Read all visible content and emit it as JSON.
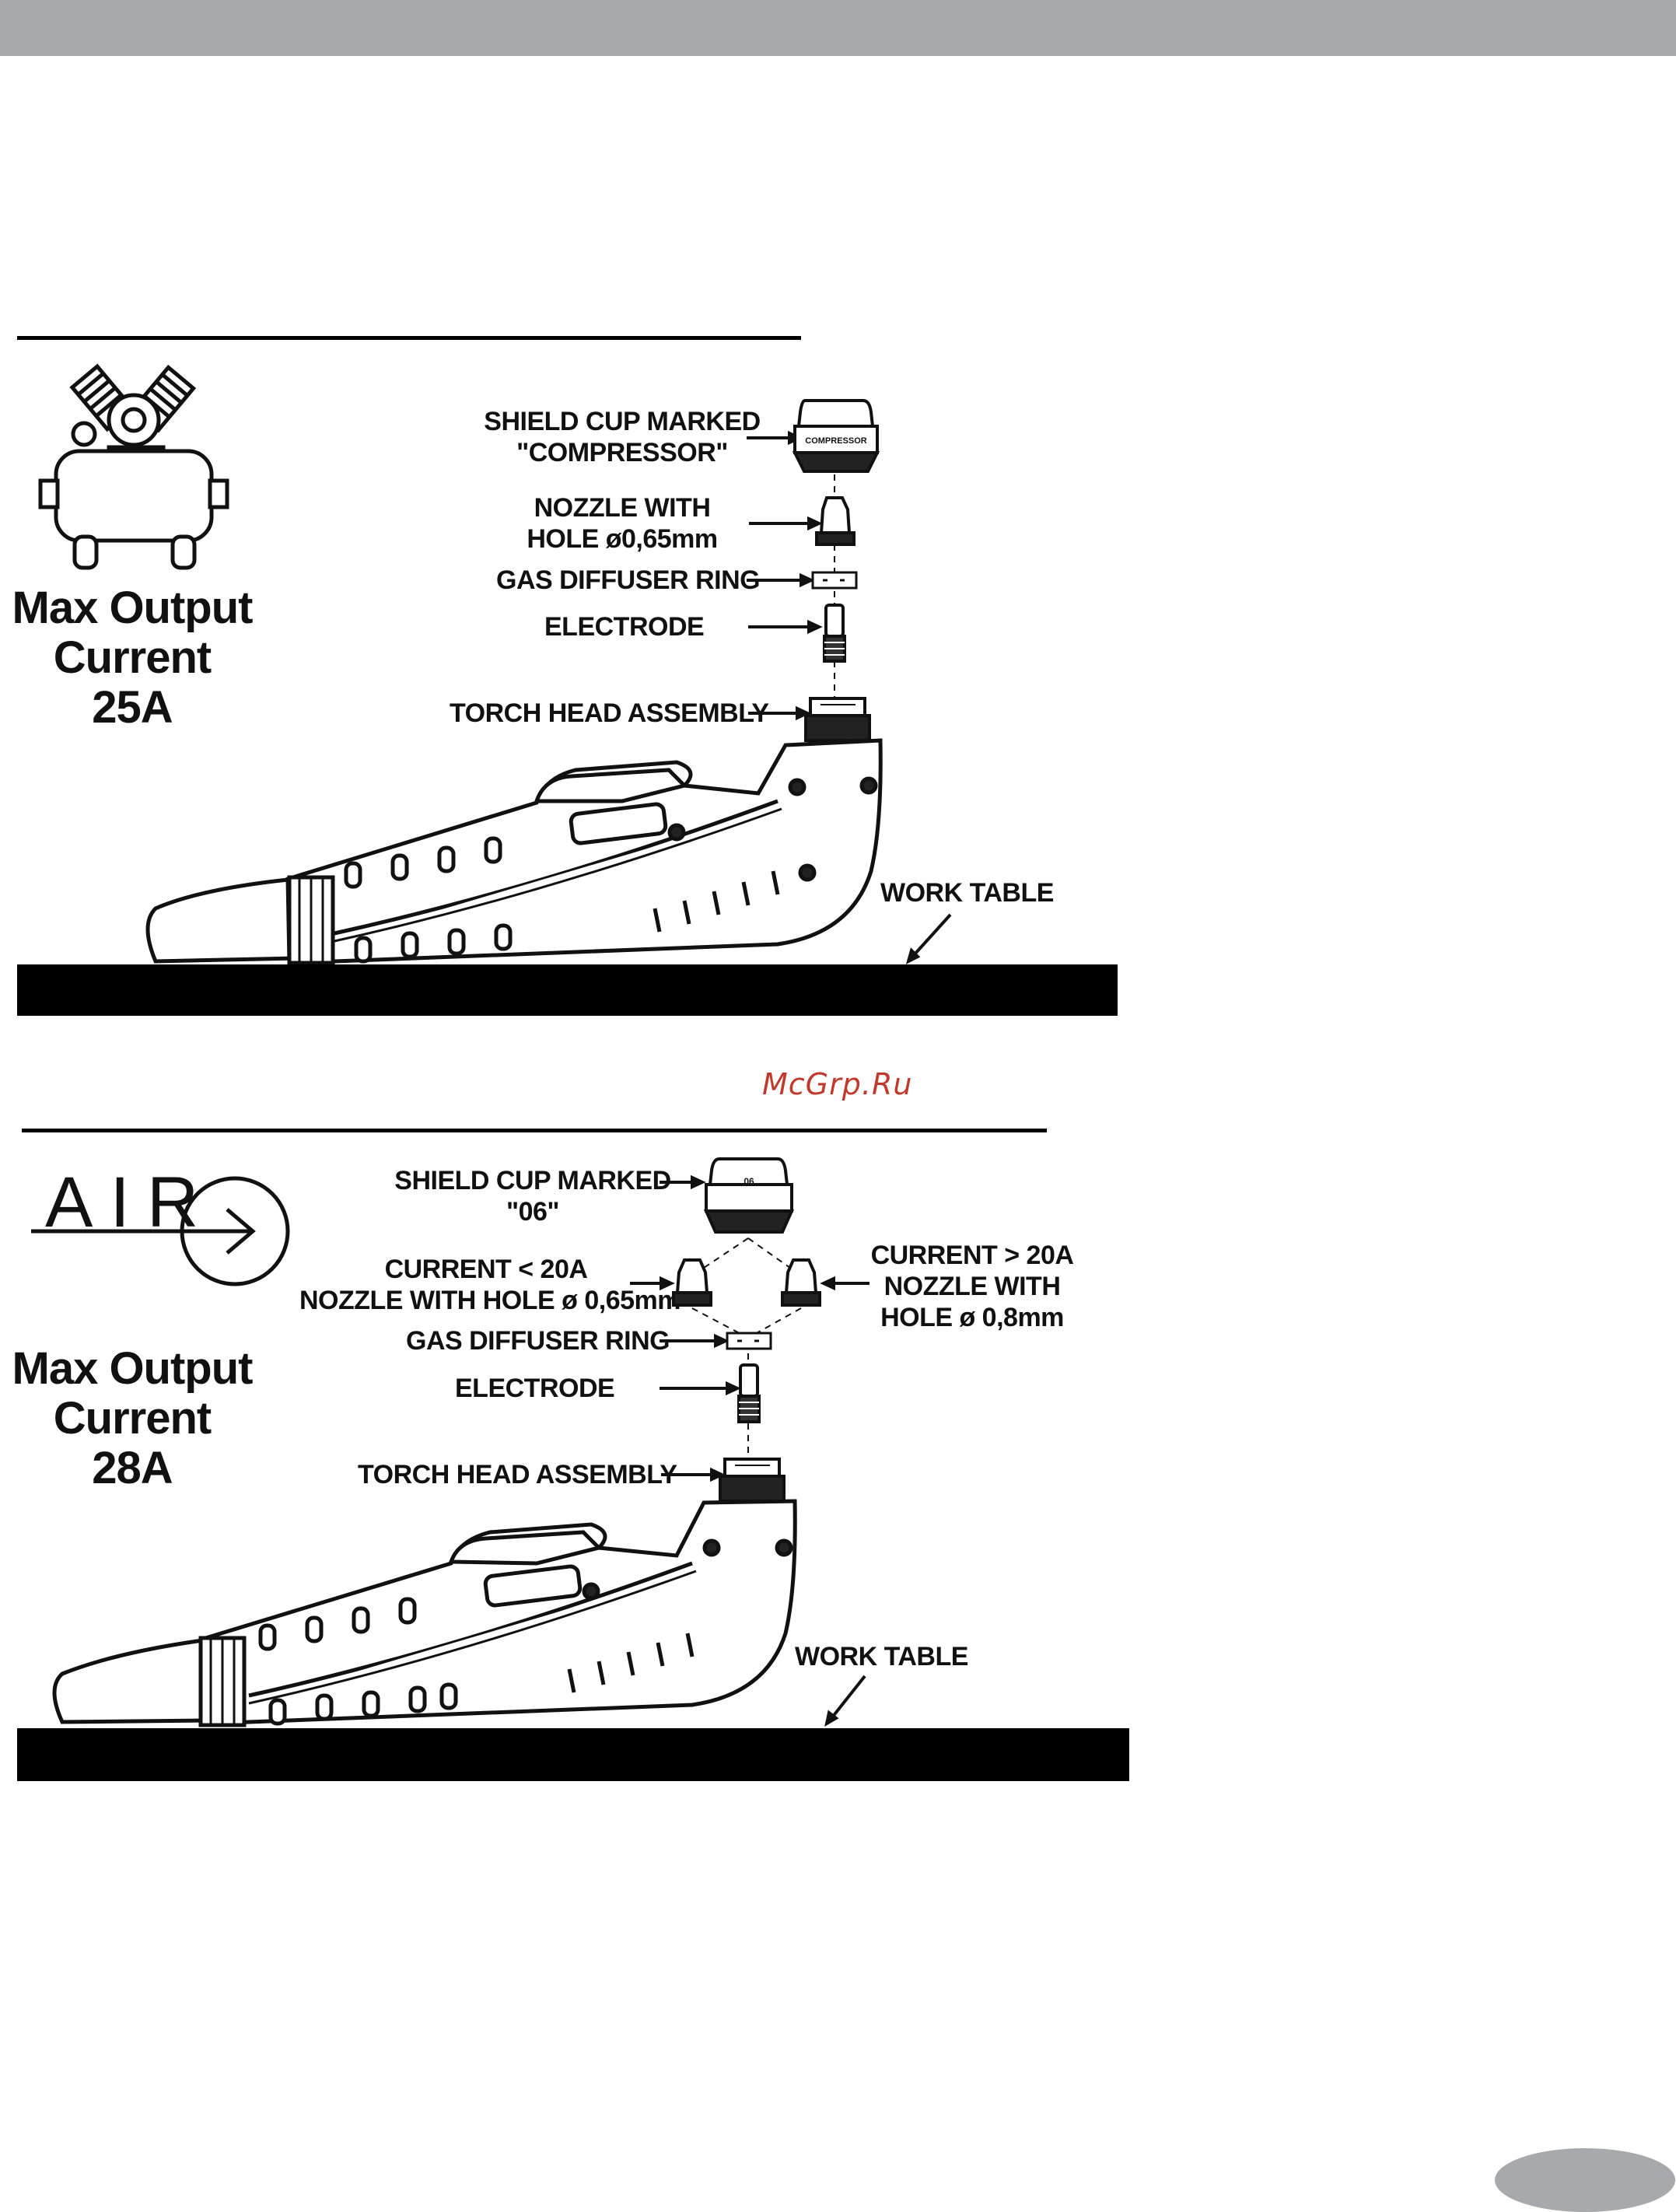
{
  "section1": {
    "max_output": [
      "Max Output",
      "Current",
      "25A"
    ],
    "labels": {
      "shield_cup": [
        "SHIELD CUP MARKED",
        "\"COMPRESSOR\""
      ],
      "shield_cup_marking": "COMPRESSOR",
      "nozzle": [
        "NOZZLE WITH",
        "HOLE ø0,65mm"
      ],
      "gas_diffuser": "GAS DIFFUSER RING",
      "electrode": "ELECTRODE",
      "torch_head": "TORCH HEAD ASSEMBLY",
      "work_table": "WORK TABLE"
    }
  },
  "section2": {
    "air_text": "AIR",
    "max_output": [
      "Max Output",
      "Current",
      "28A"
    ],
    "labels": {
      "shield_cup": [
        "SHIELD CUP MARKED",
        "\"06\""
      ],
      "shield_cup_marking": "06",
      "nozzle_low": [
        "CURRENT < 20A",
        "NOZZLE WITH HOLE ø 0,65mm"
      ],
      "nozzle_high": [
        "CURRENT > 20A",
        "NOZZLE WITH",
        "HOLE ø 0,8mm"
      ],
      "gas_diffuser": "GAS DIFFUSER RING",
      "electrode": "ELECTRODE",
      "torch_head": "TORCH HEAD ASSEMBLY",
      "work_table": "WORK TABLE"
    }
  },
  "watermark": "McGrp.Ru"
}
